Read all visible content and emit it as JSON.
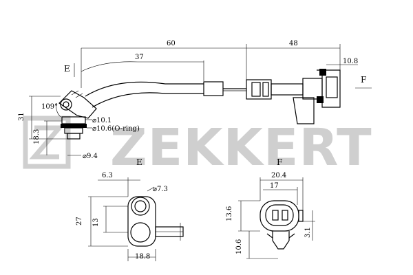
{
  "brand": {
    "logo_text": "ZEKKERT"
  },
  "views": {
    "e_label": "E",
    "f_label": "F"
  },
  "dimensions": {
    "top_overall": "60",
    "top_connector": "48",
    "top_end": "10.8",
    "cable_bend": "37",
    "angle": "109°",
    "height_total": "31",
    "height_body": "18.3",
    "dia_body": "⌀10.1",
    "dia_oring": "⌀10.6(O-ring)",
    "dia_tip": "⌀9.4",
    "e_offset": "6.3",
    "e_hole": "⌀7.3",
    "e_height": "27",
    "e_inner": "13",
    "e_width": "18.8",
    "f_width": "20.4",
    "f_inner": "17",
    "f_height": "13.6",
    "f_clip": "10.6",
    "f_small": "3.1"
  }
}
